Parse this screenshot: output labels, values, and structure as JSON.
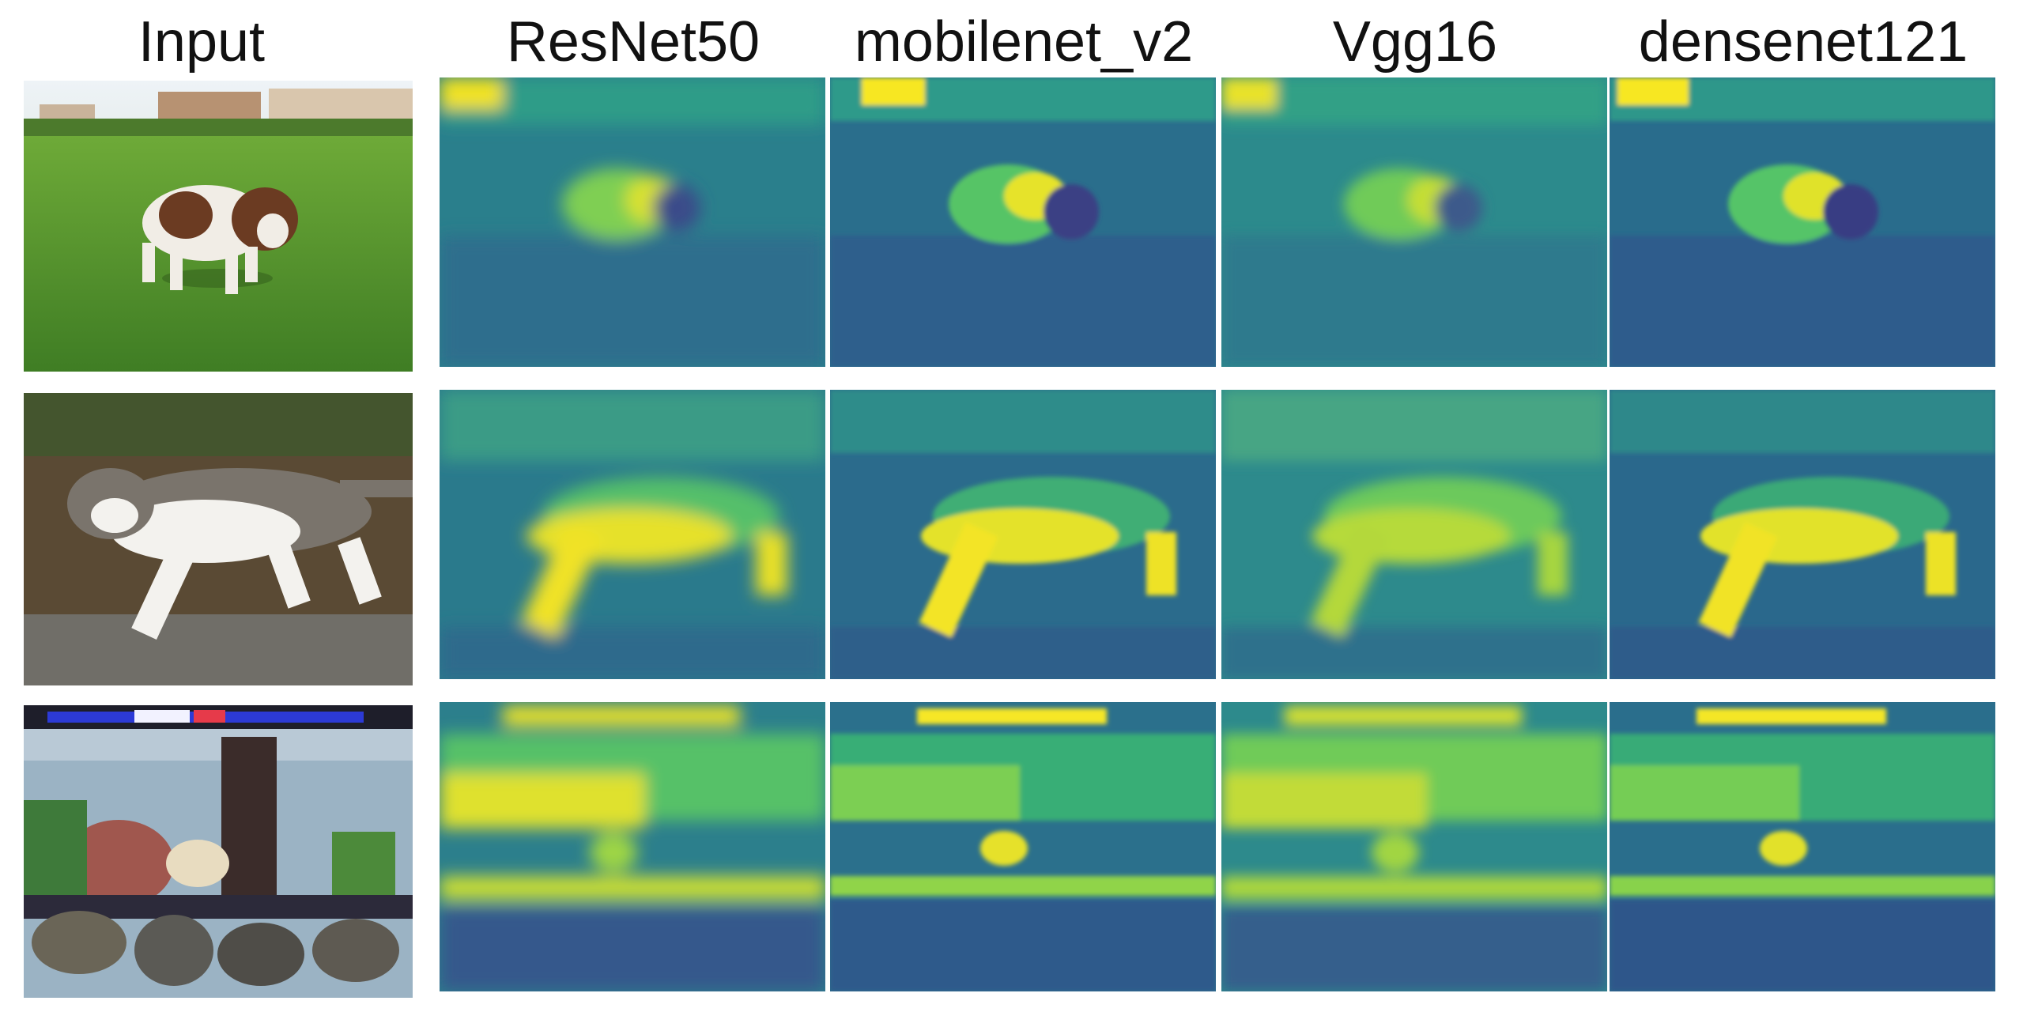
{
  "figure": {
    "headers": {
      "input": "Input",
      "resnet50": "ResNet50",
      "mobilenet_v2": "mobilenet_v2",
      "vgg16": "Vgg16",
      "densenet121": "densenet121"
    },
    "rows": [
      {
        "subject": "dog",
        "description_colors": {
          "sky": "#e6eef5",
          "grass": "#5c9a2e",
          "animal_white": "#f1ede6",
          "animal_brown": "#6b3b22"
        }
      },
      {
        "subject": "cat",
        "description_colors": {
          "ground": "#5a4a34",
          "animal_white": "#f3f2ee",
          "animal_grey": "#6f6a63",
          "curb": "#6e6c66"
        }
      },
      {
        "subject": "aquarium",
        "description_colors": {
          "water": "#9bb3c4",
          "plants": "#3e7a3a",
          "rocks": "#5b5a55",
          "light_strip": "#2c3ad6"
        }
      }
    ],
    "colormap": {
      "low": "#3b1f6e",
      "mid_low": "#2c6e8e",
      "mid": "#21918c",
      "mid_high": "#5ec962",
      "high": "#fde725"
    }
  }
}
